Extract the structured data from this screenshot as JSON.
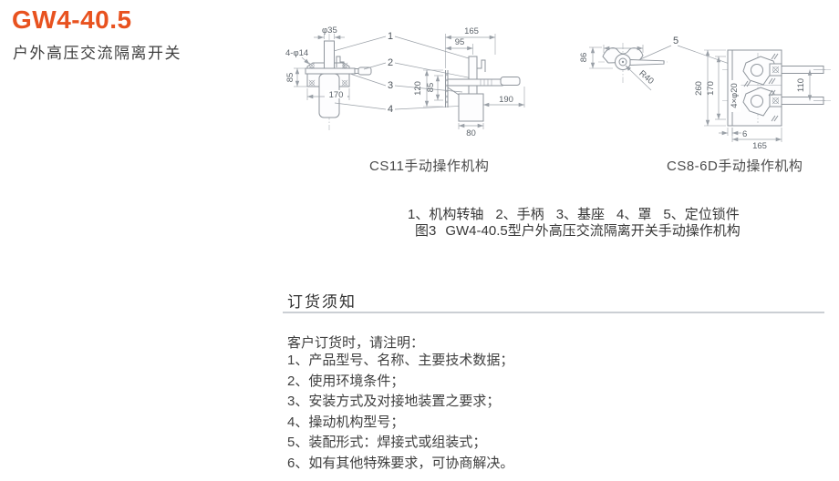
{
  "page": {
    "title": "GW4-40.5",
    "subtitle": "户外高压交流隔离开关"
  },
  "figure": {
    "left_caption": "CS11手动操作机构",
    "right_caption": "CS8-6D手动操作机构",
    "legend_items": [
      "1、机构转轴",
      "2、手柄",
      "3、基座",
      "4、罩",
      "5、定位锁件"
    ],
    "fig_no": "图3",
    "fig_title": "GW4-40.5型户外高压交流隔离开关手动操作机构",
    "cs11": {
      "callouts": [
        "1",
        "2",
        "3",
        "4"
      ],
      "dims": {
        "shaft_dia": "φ35",
        "holes": "4-φ14",
        "h85_front": "85",
        "w170": "170",
        "w165": "165",
        "w95": "95",
        "h120": "120",
        "h85_side": "85",
        "w190": "190",
        "w80": "80"
      }
    },
    "cs8": {
      "callout": "5",
      "dims": {
        "h86": "86",
        "r40": "R40",
        "h260": "260",
        "h170": "170",
        "holes": "4×φ20",
        "h110": "110",
        "w6": "6",
        "w165": "165"
      }
    }
  },
  "ordering": {
    "heading": "订货须知",
    "intro": "客户订货时，请注明：",
    "items": [
      "1、产品型号、名称、主要技术数据；",
      "2、使用环境条件；",
      "3、安装方式及对接地装置之要求；",
      "4、操动机构型号；",
      "5、装配形式：焊接式或组装式；",
      "6、如有其他特殊要求，可协商解决。"
    ]
  },
  "colors": {
    "accent": "#e8521f",
    "body_text": "#3d3d3d",
    "drawing_line": "#8f959c",
    "rule": "#cbcfd4"
  }
}
